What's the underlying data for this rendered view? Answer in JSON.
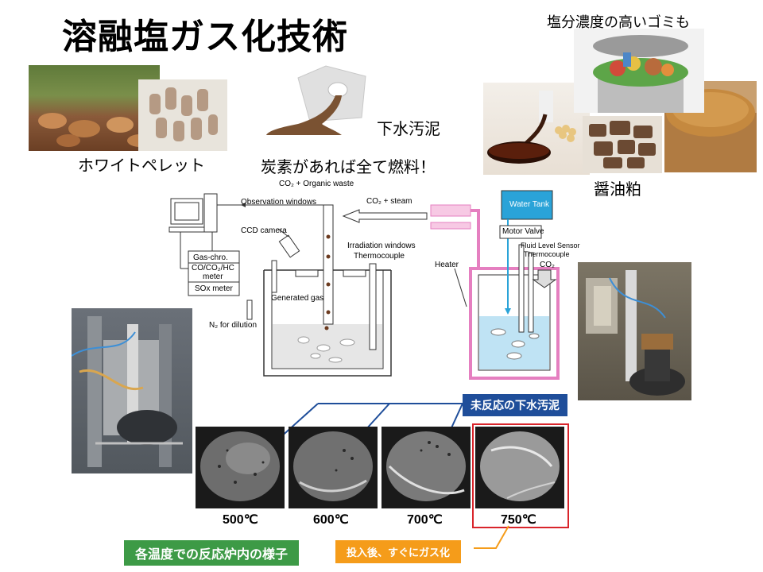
{
  "title": "溶融塩ガス化技術",
  "labels": {
    "white_pellet": "ホワイトペレット",
    "sewage_sludge": "下水汚泥",
    "carbon_fuel": "炭素があれば全て燃料！",
    "salty_garbage": "塩分濃度の高いゴミも",
    "soy_residue": "醤油粕"
  },
  "diagram": {
    "co2_organic": "CO₂ + Organic waste",
    "co2_steam": "CO₂ + steam",
    "observation_windows": "Observation windows",
    "ccd_camera": "CCD camera",
    "irradiation_windows": "Irradiation windows",
    "thermocouple": "Thermocouple",
    "gas_chro": "Gas-chro.",
    "co_meter": "CO/CO₂/HC",
    "meter": "meter",
    "sox_meter": "SOx meter",
    "generated_gas": "Generated gas",
    "n2_dilution": "N₂ for dilution",
    "heater": "Heater",
    "water_tank": "Water Tank",
    "motor_valve": "Motor Valve",
    "fluid_level_sensor": "Fluid Level Sensor",
    "thermocouple2": "Thermocouple",
    "co2": "CO₂"
  },
  "temperatures": [
    "500℃",
    "600℃",
    "700℃",
    "750℃"
  ],
  "tags": {
    "unreacted": "未反応の下水汚泥",
    "inside_view": "各温度での反応炉内の様子",
    "instant_gas": "投入後、すぐにガス化"
  },
  "colors": {
    "blue_tag": "#1f4e9a",
    "green_tag": "#3d9a46",
    "orange_tag": "#f59c1a",
    "highlight_red": "#d9252b",
    "pink_heater": "#e57fc0",
    "water_blue": "#2aa3d8"
  }
}
